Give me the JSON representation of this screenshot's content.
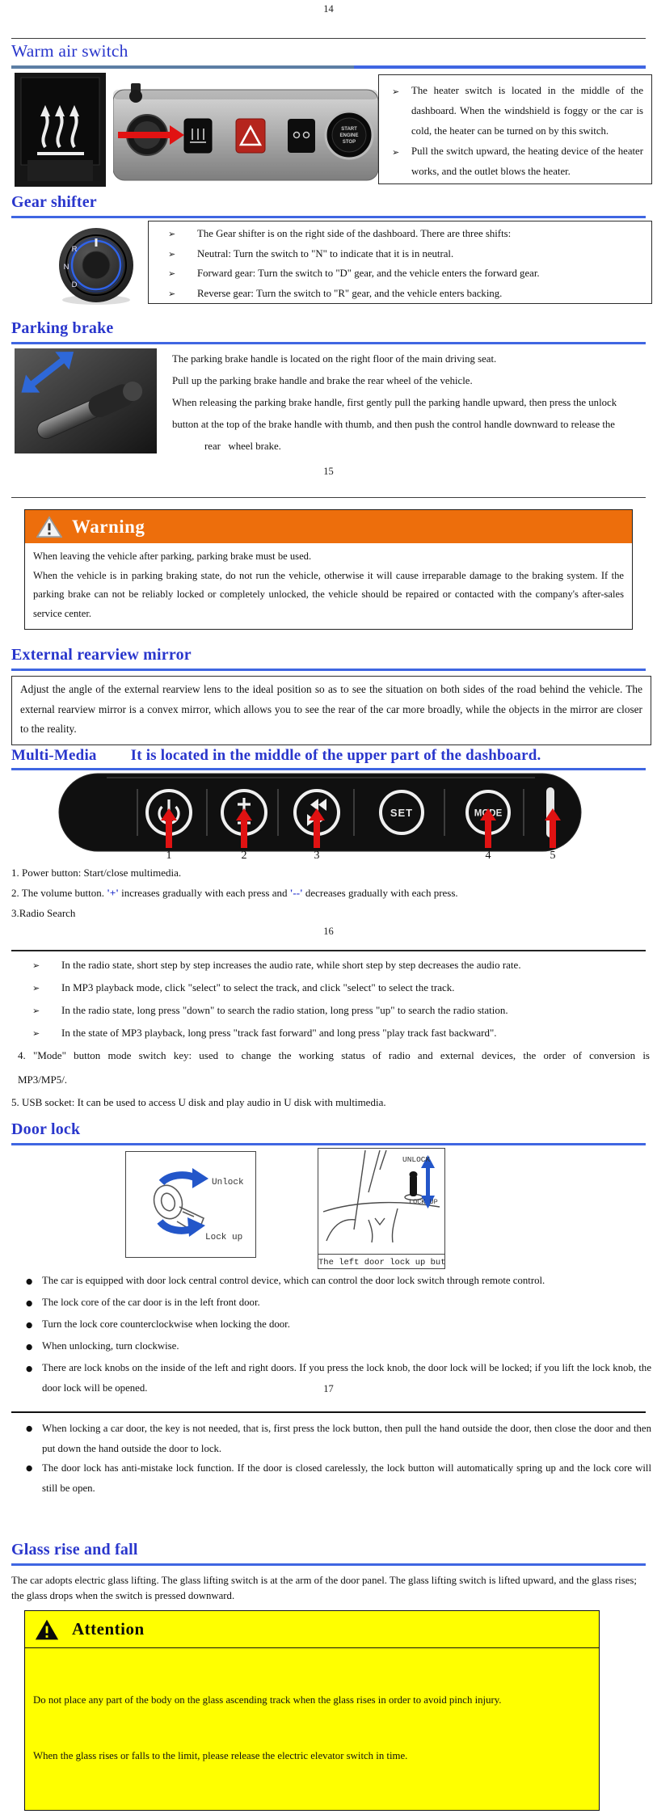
{
  "icons": {
    "arrow_bullet": "➢",
    "dot_bullet": "●"
  },
  "page14": {
    "number": "14",
    "warm_air": {
      "heading": "Warm air switch",
      "notes": [
        "The heater switch is located in the middle of the dashboard. When the windshield is foggy or the car is cold, the heater can be turned on by this switch.",
        "Pull the switch upward, the heating device of the heater works, and the outlet blows the heater."
      ],
      "start_button": {
        "line1": "START",
        "line2": "ENGINE",
        "line3": "STOP"
      }
    },
    "gear_shifter": {
      "heading": "Gear shifter",
      "positions": [
        "N",
        "D",
        "R"
      ],
      "notes": [
        "The Gear shifter is on the right side of the dashboard. There are three shifts:",
        "Neutral: Turn the switch to \"N\" to indicate that it is in neutral.",
        "Forward gear: Turn the switch to \"D\" gear, and the vehicle enters the forward gear.",
        "Reverse gear: Turn the switch to \"R\" gear, and the vehicle enters backing."
      ]
    },
    "parking_brake": {
      "heading": "Parking brake",
      "lines": [
        "The parking brake handle is located on the right floor of the main driving seat.",
        "Pull up the parking brake handle and brake the rear wheel of the vehicle.",
        "When releasing the parking brake handle, first gently pull the parking handle upward, then press the unlock",
        "button at the top of the brake handle with thumb, and then push the control handle downward to release the",
        "rear   wheel brake."
      ]
    }
  },
  "page15": {
    "number": "15",
    "warning": {
      "title": "Warning",
      "line1": "When leaving the vehicle after parking, parking brake must be used.",
      "para": "When the vehicle is in parking braking state, do not run the vehicle, otherwise it will cause irreparable damage to the braking system. If the parking brake can not be reliably locked or completely unlocked, the vehicle should be repaired or contacted with the company's after-sales service center."
    },
    "rearview": {
      "heading": "External rearview mirror",
      "text": "Adjust the angle of the external rearview lens to the ideal position so as to see the situation on both sides of the road behind the vehicle. The external rearview mirror is a convex mirror, which allows you to see the rear of the car more broadly, while the objects in the mirror are closer to the reality."
    },
    "multimedia": {
      "heading": "Multi-Media",
      "heading_note": "It is located in the middle of the upper part of the dashboard.",
      "set_label": "SET",
      "mode_label": "MODE",
      "callouts": [
        "1",
        "2",
        "3",
        "4",
        "5"
      ],
      "item1": "1. Power button: Start/close multimedia.",
      "item2_prefix": "2. The volume button. ",
      "item2_plus": "'+'",
      "item2_mid": " increases gradually with each press and ",
      "item2_minus": "'--'",
      "item2_suffix": " decreases gradually with each press.",
      "item3": "3.Radio Search"
    }
  },
  "page16": {
    "number": "16",
    "radio_notes": [
      "In the radio state, short step by step increases the audio rate, while short step by step decreases the audio rate.",
      "In MP3 playback mode, click \"select\" to select the track, and click \"select\" to select the track.",
      "In the radio state, long press \"down\" to search the radio station, long press \"up\" to search the radio station.",
      "In the state of MP3 playback, long press \"track fast forward\" and long press \"play track fast backward\"."
    ],
    "item4_line1": "4. \"Mode\" button mode switch key: used to change the working status of radio and external devices, the order of conversion is",
    "item4_line2": "MP3/MP5/.",
    "item5": "5. USB socket: It can be used to access U disk and play audio in U disk with multimedia.",
    "door_lock": {
      "heading": "Door lock",
      "key_diagram": {
        "unlock_label": "Unlock",
        "lock_label": "Lock up"
      },
      "door_diagram": {
        "unlock_label": "UNLOCK",
        "lock_label": "LOCK UP",
        "caption": "The left door lock up button"
      },
      "notes": [
        "The car is equipped with door lock central control device, which can control the door lock switch through remote control.",
        "The lock core of the car door is in the left front door.",
        "Turn the lock core counterclockwise when locking the door.",
        "When unlocking, turn clockwise.",
        "There are lock knobs on the inside of the left and right doors. If you press the lock knob, the door lock will be locked; if you lift the lock knob, the door lock will be opened."
      ]
    }
  },
  "page17": {
    "number": "17",
    "door_notes": [
      "When locking a car door, the key is not needed, that is, first press the lock button, then pull the hand outside the door, then close the door and then put down the hand outside the door to lock.",
      "The door lock has anti-mistake lock function. If the door is closed carelessly, the lock button will automatically spring up and the lock core will still be open."
    ],
    "glass": {
      "heading": "Glass rise and fall",
      "text": "The car adopts electric glass lifting. The glass lifting switch is at the arm of the door panel. The glass lifting switch is lifted upward, and the glass rises; the glass drops when the switch is pressed downward.",
      "attention": {
        "title": "Attention",
        "lines": [
          "Do not place any part of the body on the glass ascending track when the glass rises in order to avoid pinch injury.",
          "When the glass rises or falls to the limit, please release the electric elevator switch in time."
        ]
      }
    }
  }
}
